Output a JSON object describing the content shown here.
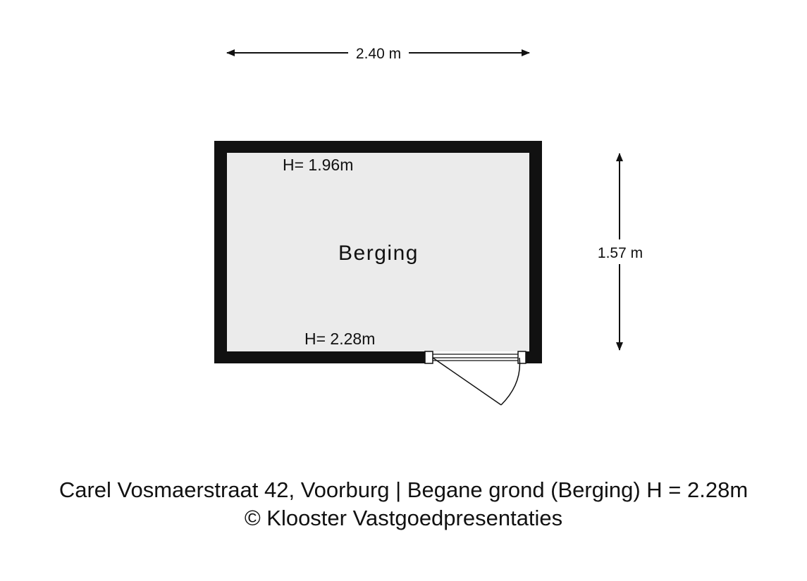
{
  "floorplan": {
    "room": {
      "name": "Berging",
      "height_top_label": "H= 1.96m",
      "height_bottom_label": "H= 2.28m",
      "fill_color": "#ebebeb",
      "wall_color": "#111111"
    },
    "dimensions": {
      "width": "2.40 m",
      "depth": "1.57 m"
    },
    "door": {
      "icon": "door-swing-icon"
    }
  },
  "caption": {
    "line1": "Carel Vosmaerstraat 42, Voorburg | Begane grond (Berging) H = 2.28m",
    "line2": "© Klooster Vastgoedpresentaties"
  }
}
